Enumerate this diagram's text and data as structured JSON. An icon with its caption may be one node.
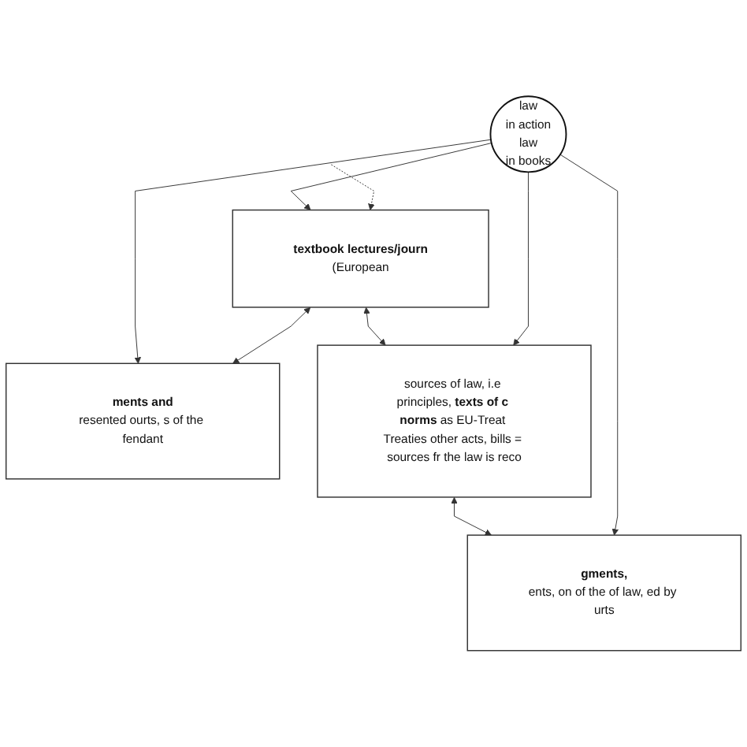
{
  "diagram": {
    "nodes": [
      {
        "text": [
          "**ments and**",
          "resented ourts, s of the fendant"
        ]
      },
      {
        "text": [
          "**textbook lectures/journ**",
          "(European"
        ]
      },
      {
        "text": [
          "law",
          "in action",
          "law",
          "in books"
        ]
      },
      {
        "text": [
          "**gments,**",
          "ents, on of the of law, ed by urts"
        ]
      },
      {
        "text": [
          "sources of law, i.e principles, **texts of c norms** as EU-Treat Treaties other acts, bills = sources fr the law is reco"
        ]
      }
    ],
    "edges": [
      {
        "from": null,
        "to": 1,
        "arrow": "to",
        "style": "dashed"
      },
      {
        "from": 1,
        "to": 0,
        "arrow": "both"
      },
      {
        "from": 2,
        "to": 0,
        "arrow": "to"
      },
      {
        "from": 2,
        "to": 1,
        "arrow": "to"
      },
      {
        "from": 2,
        "to": 3,
        "arrow": "to"
      },
      {
        "from": 2,
        "to": 4,
        "arrow": "to"
      },
      {
        "from": 1,
        "to": 4,
        "arrow": "both"
      },
      {
        "from": 4,
        "to": 3,
        "arrow": "both"
      }
    ]
  }
}
